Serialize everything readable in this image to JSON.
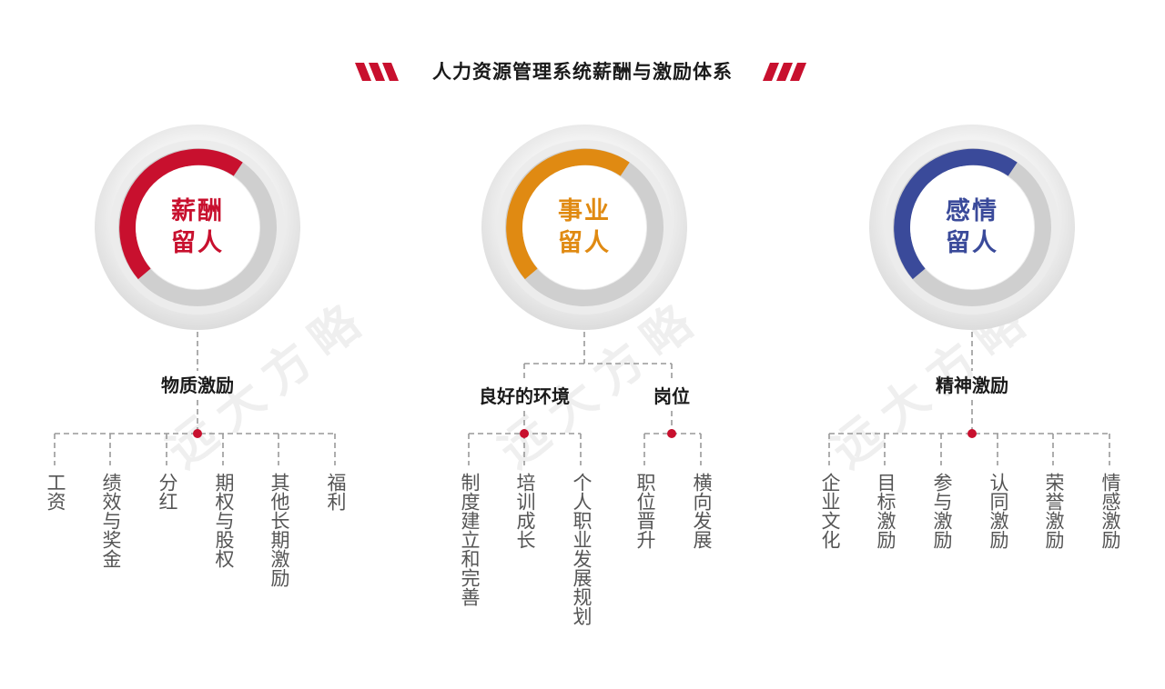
{
  "title": "人力资源管理系统薪酬与激励体系",
  "watermark": "远大方略",
  "colors": {
    "red": "#c8102e",
    "orange": "#e08a12",
    "blue": "#3a4a9a",
    "line": "#999999",
    "dot": "#c8102e"
  },
  "groups": [
    {
      "circle_line1": "薪酬",
      "circle_line2": "留人",
      "color": "#c8102e",
      "branches": [
        {
          "label": "物质激励",
          "leaves": [
            "工资",
            "绩效与奖金",
            "分红",
            "期权与股权",
            "其他长期激励",
            "福利"
          ]
        }
      ]
    },
    {
      "circle_line1": "事业",
      "circle_line2": "留人",
      "color": "#e08a12",
      "branches": [
        {
          "label": "良好的环境",
          "leaves": [
            "制度建立和完善",
            "培训成长",
            "个人职业发展规划"
          ]
        },
        {
          "label": "岗位",
          "leaves": [
            "职位晋升",
            "横向发展"
          ]
        }
      ]
    },
    {
      "circle_line1": "感情",
      "circle_line2": "留人",
      "color": "#3a4a9a",
      "branches": [
        {
          "label": "精神激励",
          "leaves": [
            "企业文化",
            "目标激励",
            "参与激励",
            "认同激励",
            "荣誉激励",
            "情感激励"
          ]
        }
      ]
    }
  ]
}
